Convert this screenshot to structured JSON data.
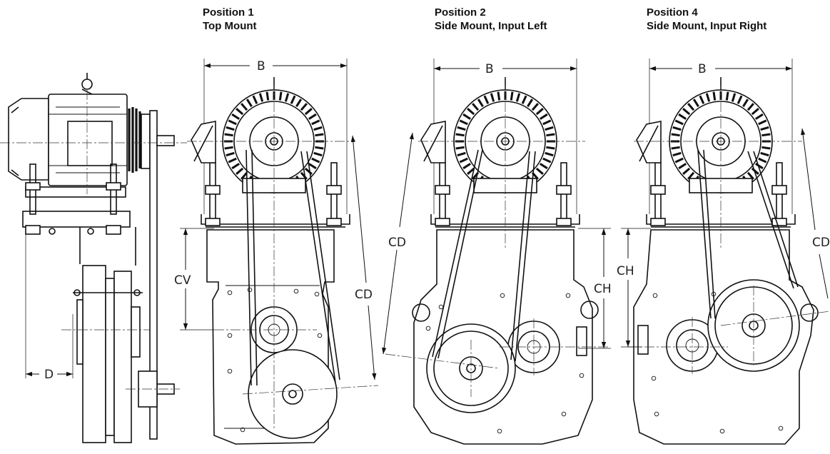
{
  "headers": [
    {
      "position": "Position 1",
      "mount": "Top Mount"
    },
    {
      "position": "Position 2",
      "mount": "Side Mount, Input Left"
    },
    {
      "position": "Position 4",
      "mount": "Side Mount, Input Right"
    }
  ],
  "dimension_labels": {
    "B": "B",
    "CV": "CV",
    "CD": "CD",
    "CH": "CH",
    "D": "D"
  }
}
